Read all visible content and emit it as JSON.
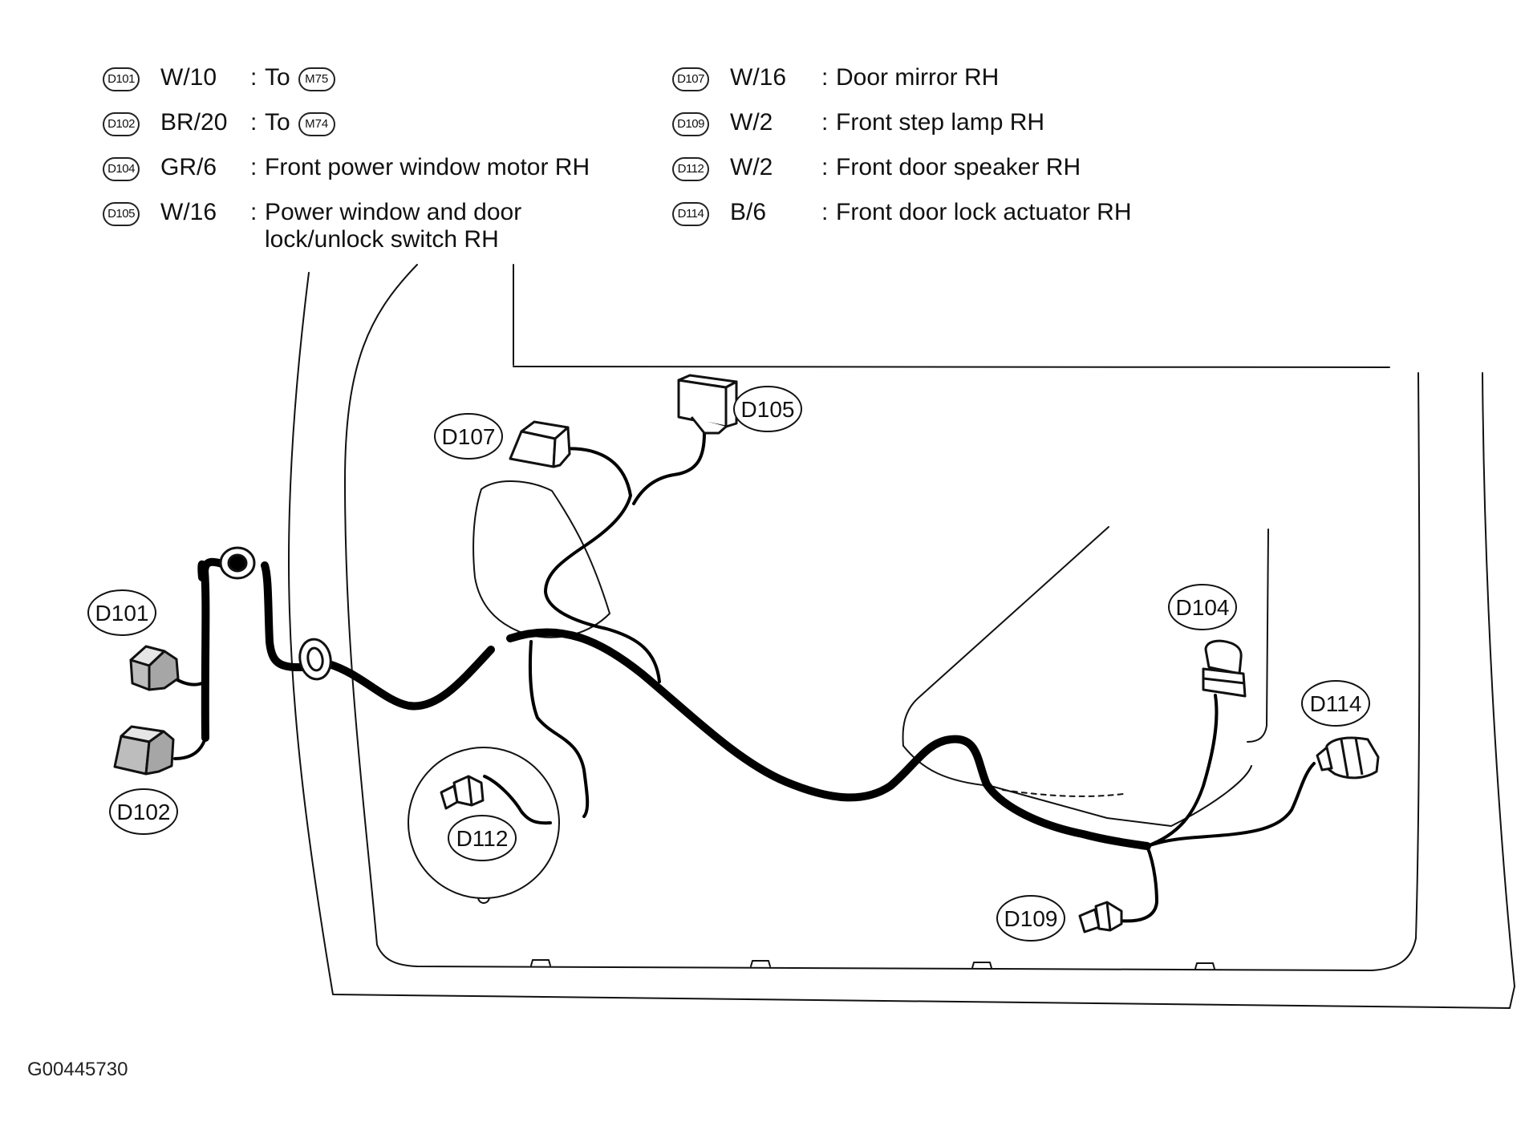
{
  "legend": {
    "items": [
      {
        "id": "D101",
        "wire": "W/10",
        "sep": ":",
        "desc": "To",
        "ref": "M75"
      },
      {
        "id": "D102",
        "wire": "BR/20",
        "sep": ":",
        "desc": "To",
        "ref": "M74"
      },
      {
        "id": "D104",
        "wire": "GR/6",
        "sep": ":",
        "desc": "Front power window motor RH"
      },
      {
        "id": "D105",
        "wire": "W/16",
        "sep": ":",
        "desc": "Power window and door",
        "desc2": "lock/unlock switch RH"
      },
      {
        "id": "D107",
        "wire": "W/16",
        "sep": ":",
        "desc": "Door mirror RH"
      },
      {
        "id": "D109",
        "wire": "W/2",
        "sep": ":",
        "desc": "Front step lamp RH"
      },
      {
        "id": "D112",
        "wire": "W/2",
        "sep": ":",
        "desc": "Front door speaker RH"
      },
      {
        "id": "D114",
        "wire": "B/6",
        "sep": ":",
        "desc": "Front door lock actuator RH"
      }
    ]
  },
  "callouts": {
    "d101": "D101",
    "d102": "D102",
    "d104": "D104",
    "d105": "D105",
    "d107": "D107",
    "d109": "D109",
    "d112": "D112",
    "d114": "D114"
  },
  "figure_code": "G00445730",
  "colors": {
    "line": "#111111",
    "harness": "#000000",
    "connector_fill": "#bdbdbd",
    "background": "#ffffff"
  }
}
